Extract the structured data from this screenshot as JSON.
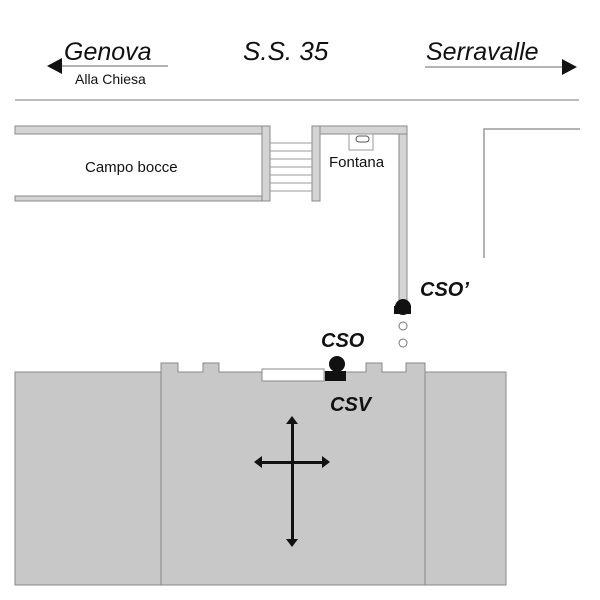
{
  "road": {
    "left_destination": "Genova",
    "left_sublabel": "Alla Chiesa",
    "road_name": "S.S. 35",
    "right_destination": "Serravalle"
  },
  "places": {
    "bocce": "Campo bocce",
    "fountain": "Fontana"
  },
  "markers": {
    "cso_prime": "CSO’",
    "cso": "CSO",
    "csv": "CSV"
  },
  "colors": {
    "wall_gray": "#c8c8c8",
    "stroke": "#8a8a8a",
    "ink": "#111111"
  }
}
